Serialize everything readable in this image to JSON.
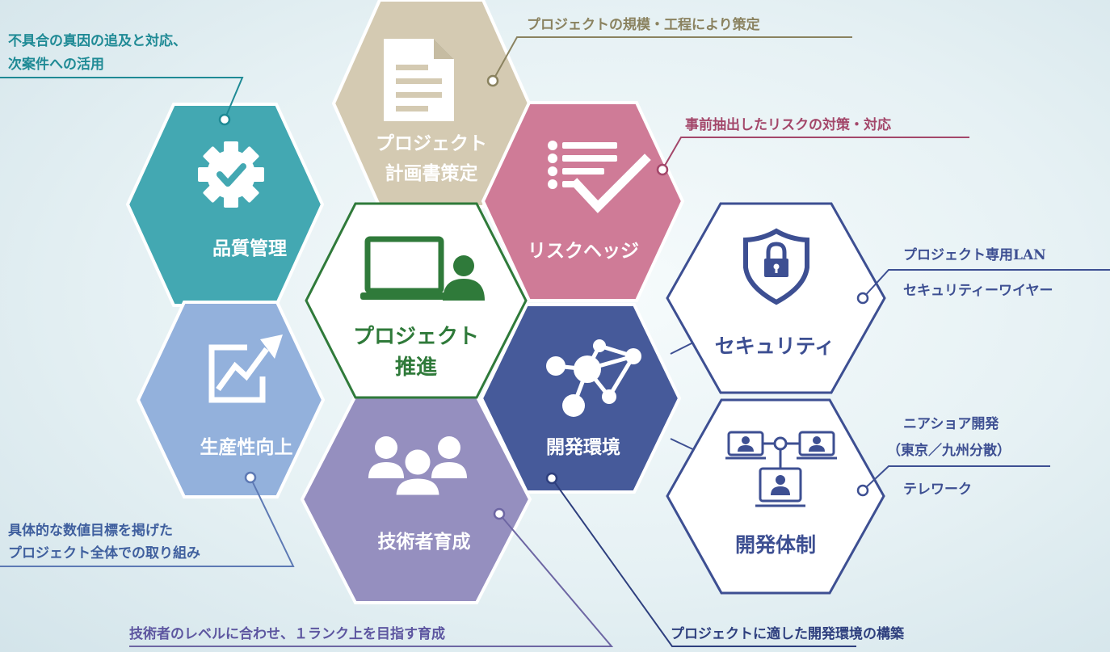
{
  "colors": {
    "quality": "#43a8b2",
    "plan": "#d4cab2",
    "risk": "#cf7b97",
    "center_border": "#2f7a3a",
    "center_text": "#2f7a3a",
    "productivity": "#93b1dc",
    "training": "#958fbf",
    "devenv": "#465a9a",
    "navy": "#3d4f92",
    "white": "#ffffff"
  },
  "icons": {
    "quality": "gear-check-icon",
    "plan": "document-icon",
    "risk": "checklist-icon",
    "center": "laptop-user-icon",
    "security": "shield-lock-icon",
    "productivity": "chart-arrow-icon",
    "training": "people-group-icon",
    "devenv": "network-nodes-icon",
    "devsystem": "connected-monitors-icon"
  },
  "hexes": {
    "quality": "品質管理",
    "plan": [
      "プロジェクト",
      "計画書策定"
    ],
    "risk": "リスクヘッジ",
    "center": [
      "プロジェクト",
      "推進"
    ],
    "security": "セキュリティ",
    "productivity": "生産性向上",
    "training": "技術者育成",
    "devenv": "開発環境",
    "devsystem": "開発体制"
  },
  "captions": {
    "quality": [
      "不具合の真因の追及と対応、",
      "次案件への活用"
    ],
    "plan": "プロジェクトの規模・工程により策定",
    "risk": "事前抽出したリスクの対策・対応",
    "security": [
      "プロジェクト専用LAN",
      "セキュリティーワイヤー"
    ],
    "devsystem": [
      "ニアショア開発",
      "（東京／九州分散）",
      "テレワーク"
    ],
    "productivity": [
      "具体的な数値目標を掲げた",
      "プロジェクト全体での取り組み"
    ],
    "training": "技術者のレベルに合わせ、１ランク上を目指す育成",
    "devenv": "プロジェクトに適した開発環境の構築"
  }
}
